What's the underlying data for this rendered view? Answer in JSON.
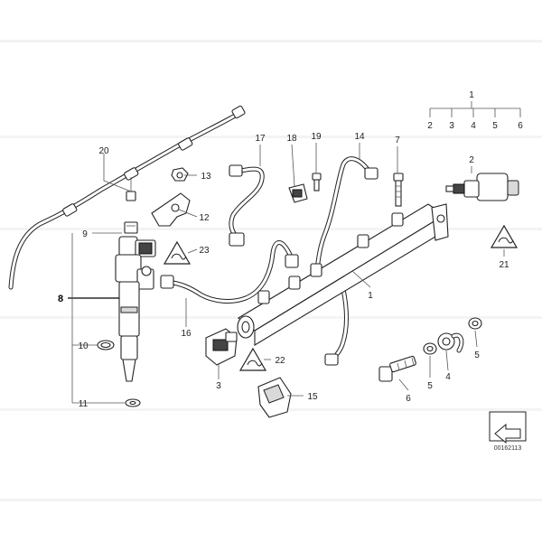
{
  "diagram": {
    "reference_code": "00162113",
    "callouts": [
      {
        "id": "c1",
        "text": "1"
      },
      {
        "id": "c1b",
        "text": "1"
      },
      {
        "id": "c2a",
        "text": "2"
      },
      {
        "id": "c3a",
        "text": "3"
      },
      {
        "id": "c4a",
        "text": "4"
      },
      {
        "id": "c5a",
        "text": "5"
      },
      {
        "id": "c6a",
        "text": "6"
      },
      {
        "id": "c2",
        "text": "2"
      },
      {
        "id": "c3",
        "text": "3"
      },
      {
        "id": "c4",
        "text": "4"
      },
      {
        "id": "c5",
        "text": "5"
      },
      {
        "id": "c5b",
        "text": "5"
      },
      {
        "id": "c6",
        "text": "6"
      },
      {
        "id": "c7",
        "text": "7"
      },
      {
        "id": "c8",
        "text": "8"
      },
      {
        "id": "c9",
        "text": "9"
      },
      {
        "id": "c10",
        "text": "10"
      },
      {
        "id": "c11",
        "text": "11"
      },
      {
        "id": "c12",
        "text": "12"
      },
      {
        "id": "c13",
        "text": "13"
      },
      {
        "id": "c14",
        "text": "14"
      },
      {
        "id": "c15",
        "text": "15"
      },
      {
        "id": "c16",
        "text": "16"
      },
      {
        "id": "c17",
        "text": "17"
      },
      {
        "id": "c18",
        "text": "18"
      },
      {
        "id": "c19",
        "text": "19"
      },
      {
        "id": "c20",
        "text": "20"
      },
      {
        "id": "c21",
        "text": "21"
      },
      {
        "id": "c22",
        "text": "22"
      },
      {
        "id": "c23",
        "text": "23"
      }
    ],
    "colors": {
      "line": "#222222",
      "background": "#ffffff",
      "watermark": "#ececec"
    },
    "icons": [
      "warning-triangle-icon",
      "navigation-arrow-icon"
    ]
  }
}
